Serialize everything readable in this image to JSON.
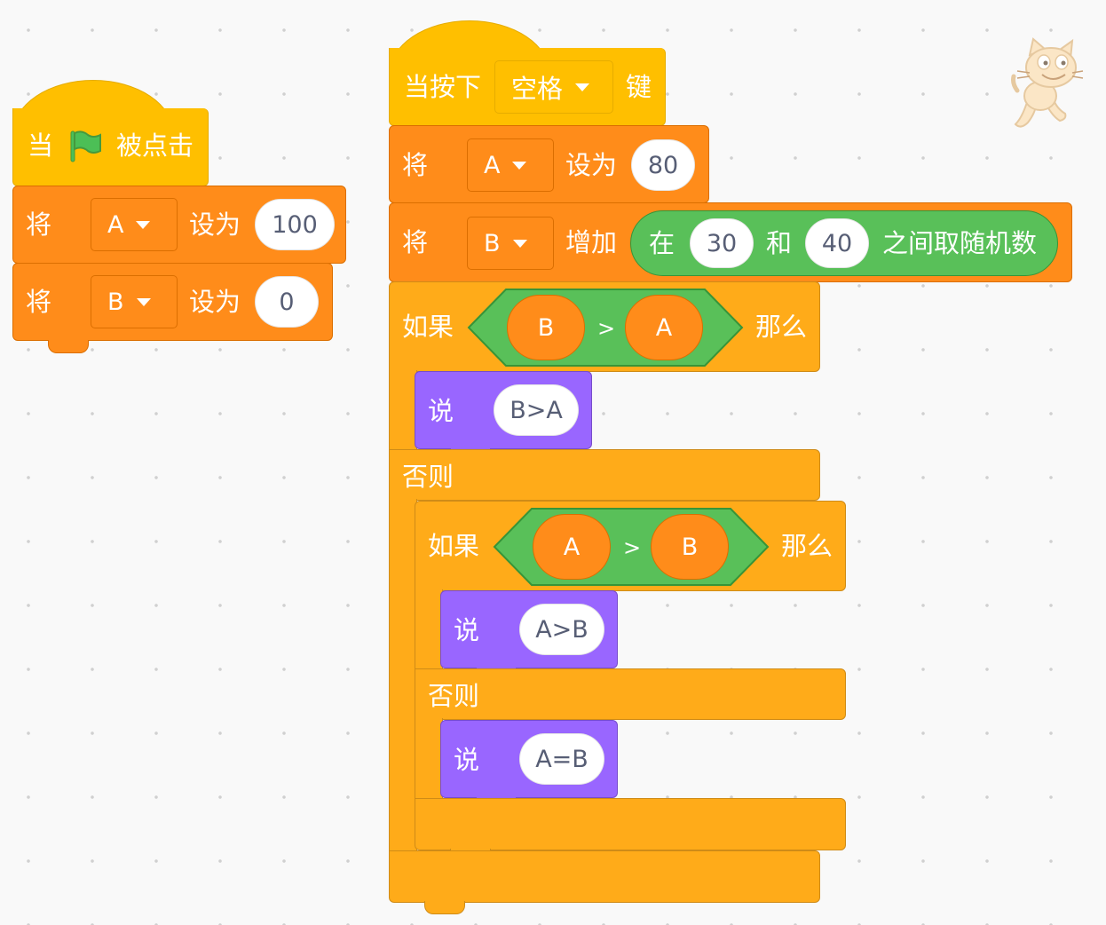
{
  "script1": {
    "hat": {
      "when": "当",
      "clicked": "被点击"
    },
    "set_a": {
      "verb": "将",
      "var": "A",
      "set": "设为",
      "value": "100"
    },
    "set_b": {
      "verb": "将",
      "var": "B",
      "set": "设为",
      "value": "0"
    }
  },
  "script2": {
    "hat": {
      "when": "当按下",
      "key": "空格",
      "suffix": "键"
    },
    "set_a": {
      "verb": "将",
      "var": "A",
      "set": "设为",
      "value": "80"
    },
    "change_b": {
      "verb": "将",
      "var": "B",
      "change": "增加",
      "random_in": "在",
      "from": "30",
      "and": "和",
      "to": "40",
      "random_suffix": "之间取随机数"
    },
    "if1": {
      "if": "如果",
      "left": "B",
      "op": ">",
      "right": "A",
      "then": "那么"
    },
    "say1": {
      "say": "说",
      "text": "B>A"
    },
    "else1": {
      "else": "否则"
    },
    "if2": {
      "if": "如果",
      "left": "A",
      "op": ">",
      "right": "B",
      "then": "那么"
    },
    "say2": {
      "say": "说",
      "text": "A>B"
    },
    "else2": {
      "else": "否则"
    },
    "say3": {
      "say": "说",
      "text": "A=B"
    }
  },
  "colors": {
    "events": "#ffbf00",
    "variables": "#ff8c1a",
    "control": "#ffab19",
    "looks": "#9966ff",
    "operators": "#59c059"
  },
  "icons": {
    "flag": "green-flag-icon",
    "sprite": "scratch-cat-icon"
  }
}
